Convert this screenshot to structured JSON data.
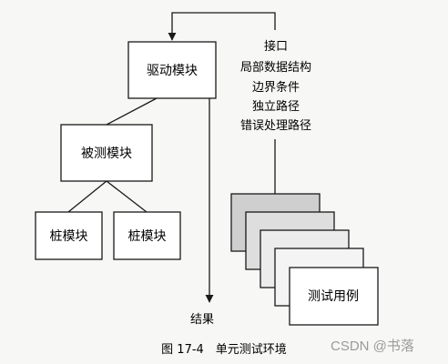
{
  "modules": {
    "driver": "驱动模块",
    "under_test": "被测模块",
    "stub_left": "桩模块",
    "stub_right": "桩模块"
  },
  "interface_notes": [
    "接口",
    "局部数据结构",
    "边界条件",
    "独立路径",
    "错误处理路径"
  ],
  "test_cases_label": "测试用例",
  "result_label": "结果",
  "caption": "图 17-4　单元测试环境",
  "watermark": "CSDN @书落",
  "colors": {
    "line": "#1a1a1a",
    "stack_card_1": "#cfcfcf",
    "stack_card_2": "#dedede",
    "stack_card_3": "#ececec",
    "stack_card_4": "#f4f4f4",
    "stack_card_front": "#ffffff"
  }
}
